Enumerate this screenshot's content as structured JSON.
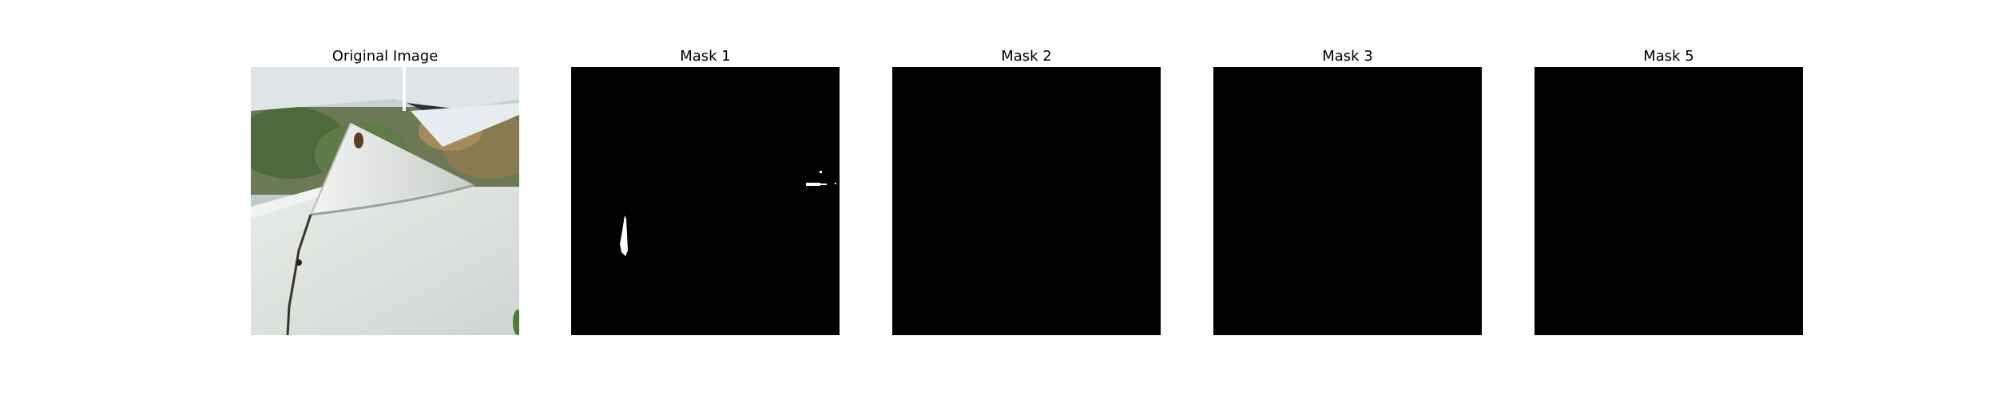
{
  "panels": [
    {
      "title": "Original Image"
    },
    {
      "title": "Mask 1"
    },
    {
      "title": "Mask 2"
    },
    {
      "title": "Mask 3"
    },
    {
      "title": "Mask 5"
    }
  ],
  "colors": {
    "background": "#ffffff",
    "mask_background": "#000000",
    "mask_foreground": "#ffffff"
  }
}
